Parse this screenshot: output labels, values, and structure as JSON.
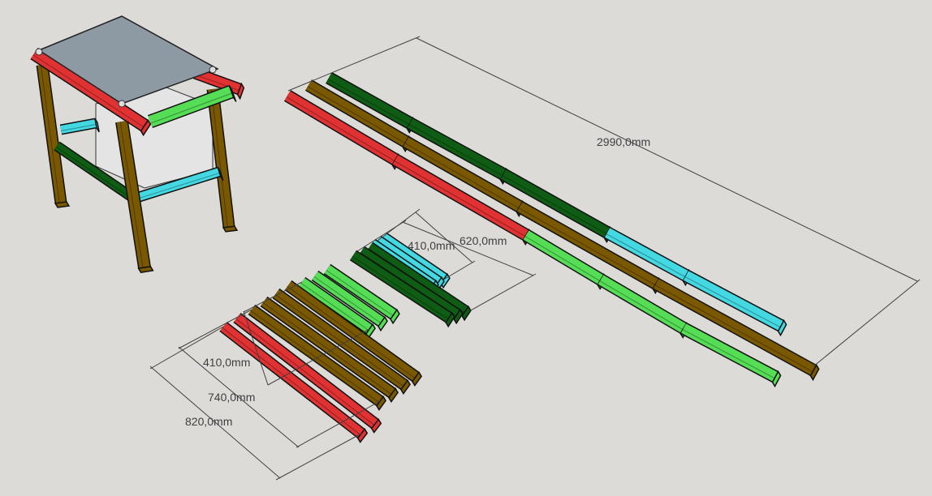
{
  "colors": {
    "background": "#dcdbd7",
    "red": "#e03232",
    "brown": "#7a5800",
    "dark_green": "#0f5c14",
    "light_green": "#55dd55",
    "cyan": "#44d8e2",
    "plate": "#8e9aa3",
    "box": "#e4e4e4",
    "dimension": "#404040"
  },
  "dimensions": {
    "long_rail": "2990,0mm",
    "dark_green_pieces": "620,0mm",
    "cyan_pieces": "410,0mm",
    "light_green_pieces": "410,0mm",
    "brown_pieces": "740,0mm",
    "red_pieces": "820,0mm"
  }
}
